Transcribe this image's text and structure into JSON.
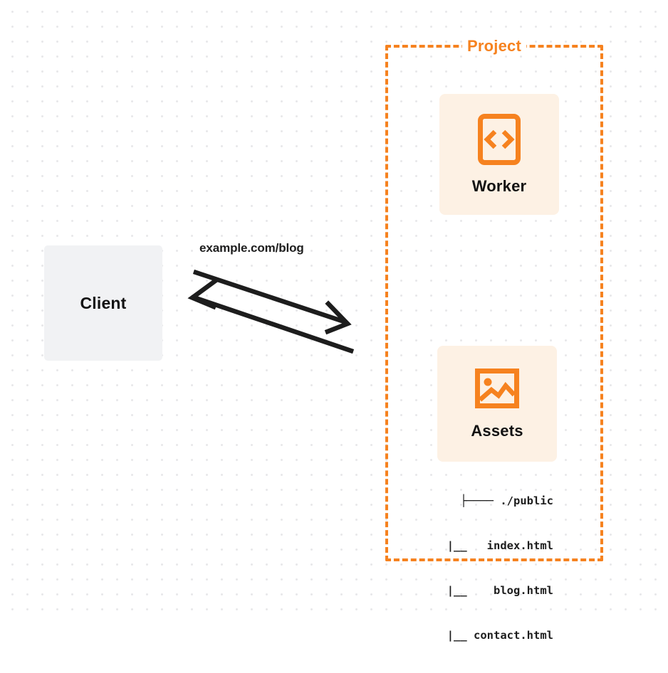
{
  "diagram": {
    "title": "Worker and Assets project routing diagram",
    "colors": {
      "accent_orange": "#f6821f",
      "card_background": "#fdf1e4",
      "client_background": "#f1f2f4",
      "text_dark": "#121212",
      "canvas_background": "#ffffff",
      "grid_dot": "#e8e8ea"
    }
  },
  "client": {
    "label": "Client"
  },
  "connector": {
    "label": "example.com/blog",
    "request_direction": "client-to-project",
    "response_direction": "project-to-client"
  },
  "project": {
    "title": "Project",
    "services": [
      {
        "label": "Worker",
        "icon": "code-brackets-icon"
      },
      {
        "label": "Assets",
        "icon": "image-icon"
      }
    ],
    "file_tree": [
      "├──── ./public",
      "     |__   index.html",
      "     |__    blog.html",
      "     |__ contact.html"
    ]
  }
}
